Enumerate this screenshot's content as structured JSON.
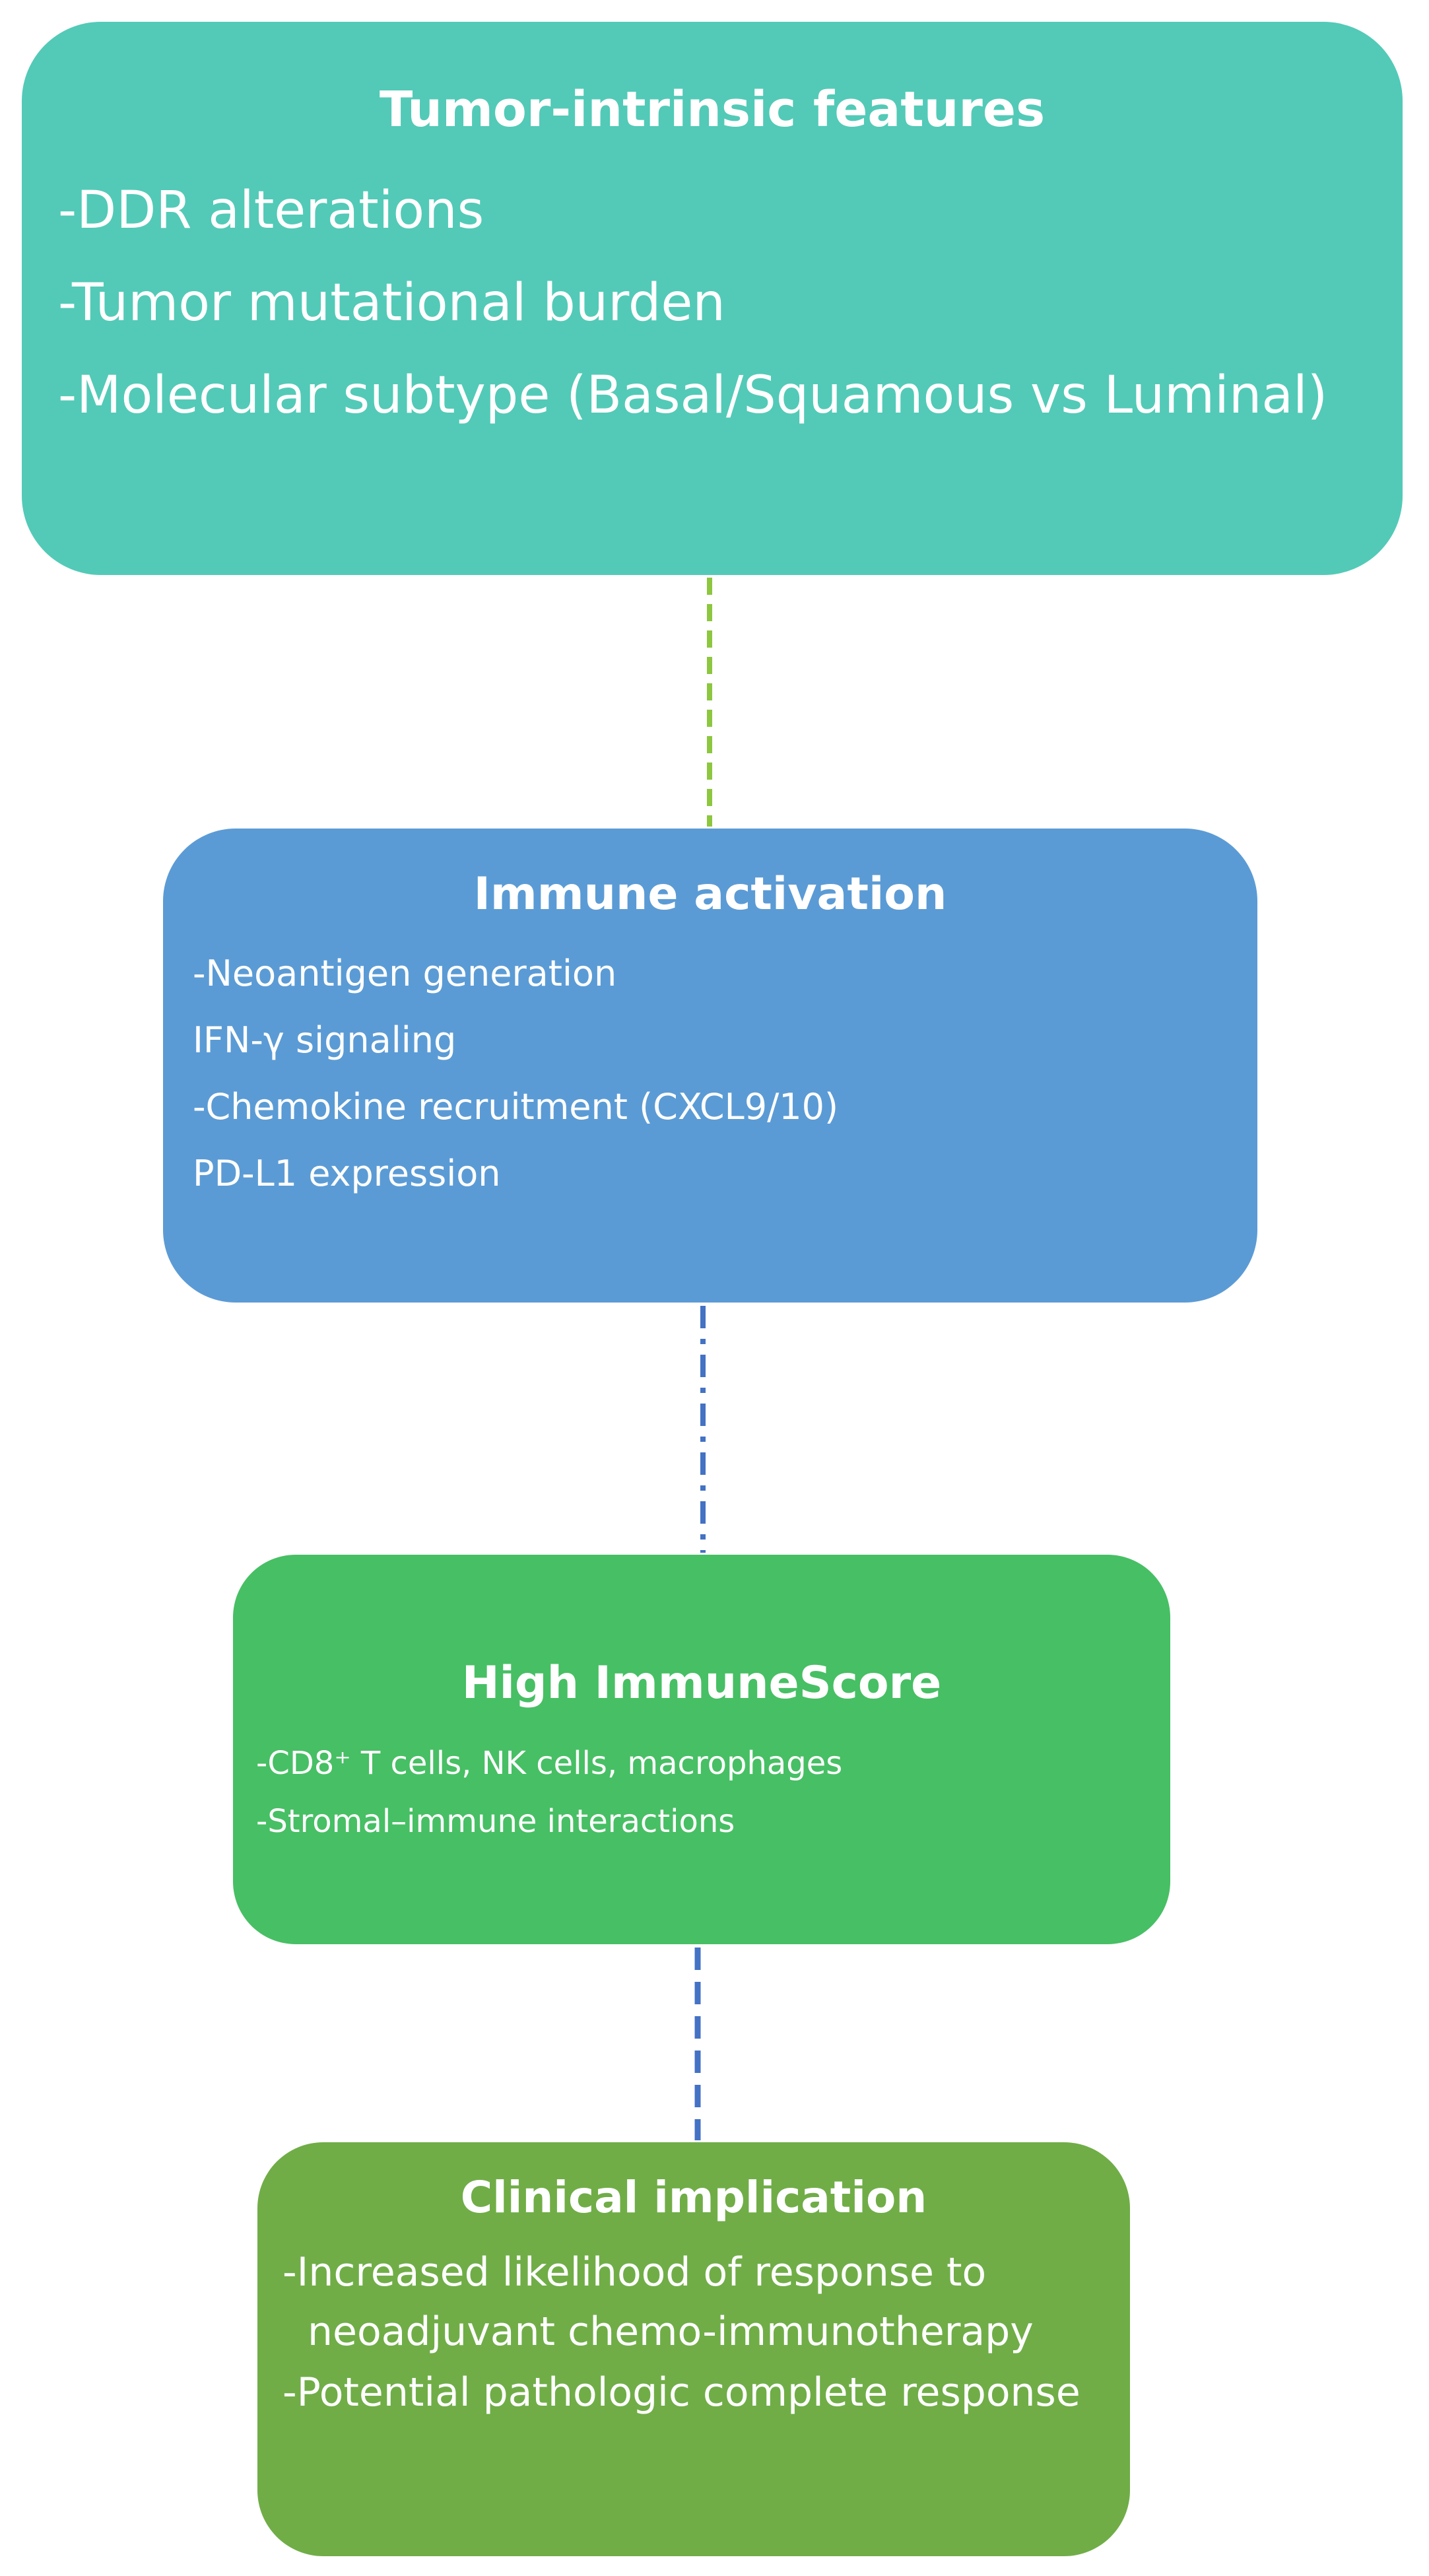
{
  "boxes": {
    "tumor": {
      "title": "Tumor-intrinsic features",
      "items": [
        "-DDR alterations",
        "-Tumor mutational burden",
        "-Molecular subtype (Basal/Squamous vs Luminal)"
      ],
      "color": "#52cab7"
    },
    "immune": {
      "title": "Immune activation",
      "items": [
        "-Neoantigen generation",
        "IFN-γ signaling",
        "-Chemokine recruitment (CXCL9/10)",
        "PD-L1 expression"
      ],
      "color": "#5b9bd5"
    },
    "score": {
      "title": "High ImmuneScore",
      "items": [
        "-CD8⁺ T cells, NK cells, macrophages",
        "-Stromal–immune interactions"
      ],
      "color": "#47bf64"
    },
    "clinical": {
      "title": "Clinical implication",
      "items": [
        "-Increased likelihood of response to",
        "  neoadjuvant chemo-immunotherapy",
        "-Potential pathologic complete response"
      ],
      "color": "#70ad47"
    }
  },
  "connectors": {
    "c1": {
      "color": "#8dc63f",
      "style": "dashed"
    },
    "c2": {
      "color": "#4472c4",
      "style": "dash-dot"
    },
    "c3": {
      "color": "#4472c4",
      "style": "dashed"
    }
  }
}
